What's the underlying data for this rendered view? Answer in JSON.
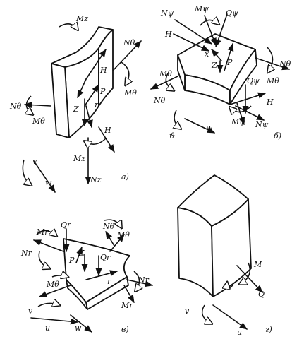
{
  "figure": {
    "panel_a": {
      "caption": "а)",
      "labels": [
        "Mz",
        "Nθ",
        "Mθ",
        "H",
        "P",
        "Z",
        "r",
        "Nθ",
        "Mθ",
        "H",
        "Mz",
        "Nz",
        "v",
        "w"
      ]
    },
    "panel_b": {
      "caption": "б)",
      "labels": [
        "Nψ",
        "Mψ",
        "Qψ",
        "H",
        "x",
        "Z",
        "P",
        "Nθ",
        "Mθ",
        "Mθ",
        "Nθ",
        "Qψ",
        "H",
        "Mψ",
        "Nψ",
        "ϑ",
        "w"
      ]
    },
    "panel_c": {
      "caption": "в)",
      "labels": [
        "Mr",
        "Qr",
        "Nθ",
        "Mθ",
        "Nr",
        "P",
        "Z",
        "Qr",
        "r",
        "Mθ",
        "Nr",
        "Mr",
        "v",
        "u",
        "w"
      ]
    },
    "panel_d": {
      "caption": "г)",
      "labels": [
        "M",
        "Q",
        "v",
        "u"
      ]
    }
  }
}
